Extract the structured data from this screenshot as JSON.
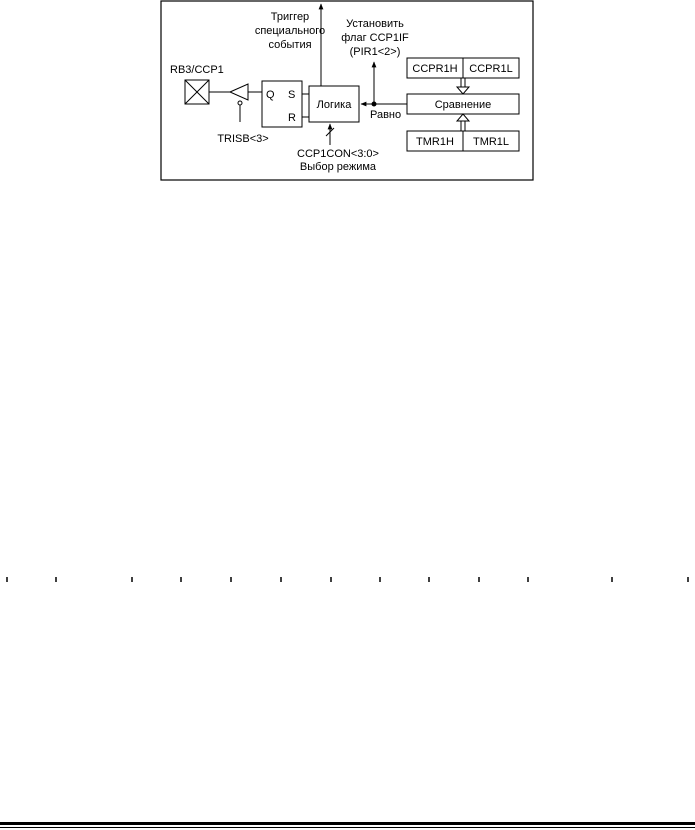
{
  "diagram": {
    "labels": {
      "trigger": [
        "Триггер",
        "специального",
        "события"
      ],
      "set_flag": [
        "Установить",
        "флаг CCP1IF",
        "(PIR1<2>)"
      ],
      "pin": "RB3/CCP1",
      "q": "Q",
      "s": "S",
      "r": "R",
      "logic": "Логика",
      "trisb": "TRISB<3>",
      "equal": "Равно",
      "ccpr1h": "CCPR1H",
      "ccpr1l": "CCPR1L",
      "compare": "Сравнение",
      "tmr1h": "TMR1H",
      "tmr1l": "TMR1L",
      "mode": [
        "CCP1CON<3:0>",
        "Выбор режима"
      ]
    }
  }
}
